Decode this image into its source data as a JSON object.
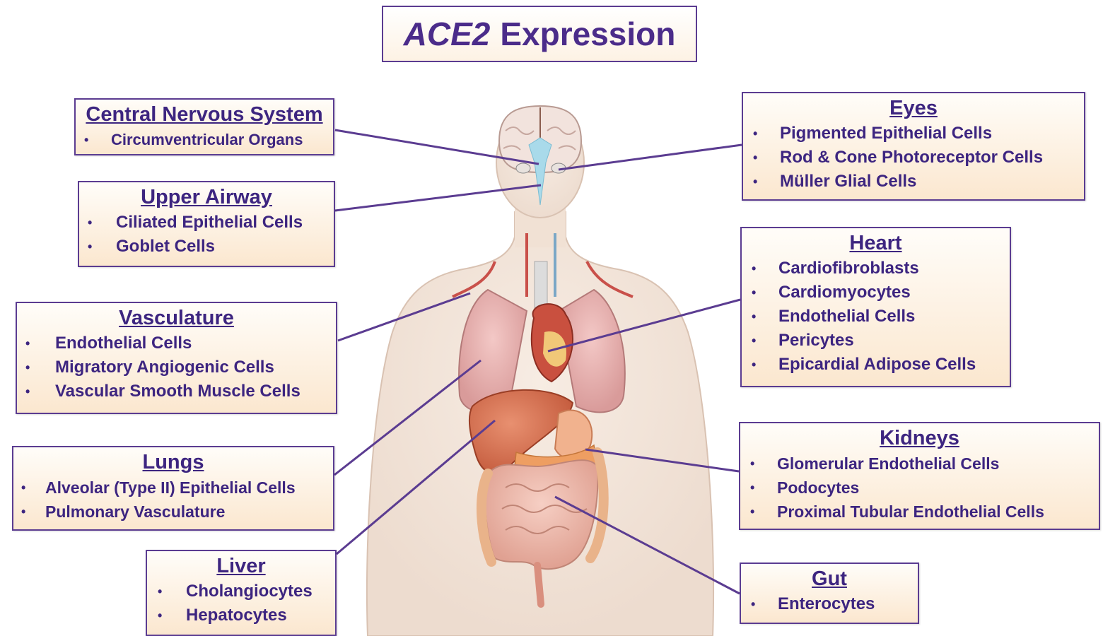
{
  "title": {
    "italic": "ACE2",
    "rest": "Expression"
  },
  "organs": {
    "cns": {
      "title": "Central Nervous System",
      "items": [
        "Circumventricular Organs"
      ]
    },
    "upper_airway": {
      "title": "Upper Airway",
      "items": [
        "Ciliated Epithelial Cells",
        "Goblet Cells"
      ]
    },
    "vasculature": {
      "title": "Vasculature",
      "items": [
        "Endothelial Cells",
        "Migratory Angiogenic Cells",
        "Vascular Smooth Muscle Cells"
      ]
    },
    "lungs": {
      "title": "Lungs",
      "items": [
        "Alveolar (Type II) Epithelial Cells",
        "Pulmonary Vasculature"
      ]
    },
    "liver": {
      "title": "Liver",
      "items": [
        "Cholangiocytes",
        "Hepatocytes"
      ]
    },
    "eyes": {
      "title": "Eyes",
      "items": [
        "Pigmented Epithelial Cells",
        "Rod & Cone Photoreceptor Cells",
        "Müller Glial Cells"
      ]
    },
    "heart": {
      "title": "Heart",
      "items": [
        "Cardiofibroblasts",
        "Cardiomyocytes",
        "Endothelial Cells",
        "Pericytes",
        "Epicardial Adipose Cells"
      ]
    },
    "kidneys": {
      "title": "Kidneys",
      "items": [
        "Glomerular Endothelial Cells",
        "Podocytes",
        "Proximal Tubular Endothelial Cells"
      ]
    },
    "gut": {
      "title": "Gut",
      "items": [
        "Enterocytes"
      ]
    }
  },
  "colors": {
    "accent": "#4b2c8a",
    "box_border": "#5b3c91",
    "box_fill": "#fbe7cf",
    "skin": "#f3e6dc",
    "organ": "#e9a593"
  },
  "bullet": "•"
}
